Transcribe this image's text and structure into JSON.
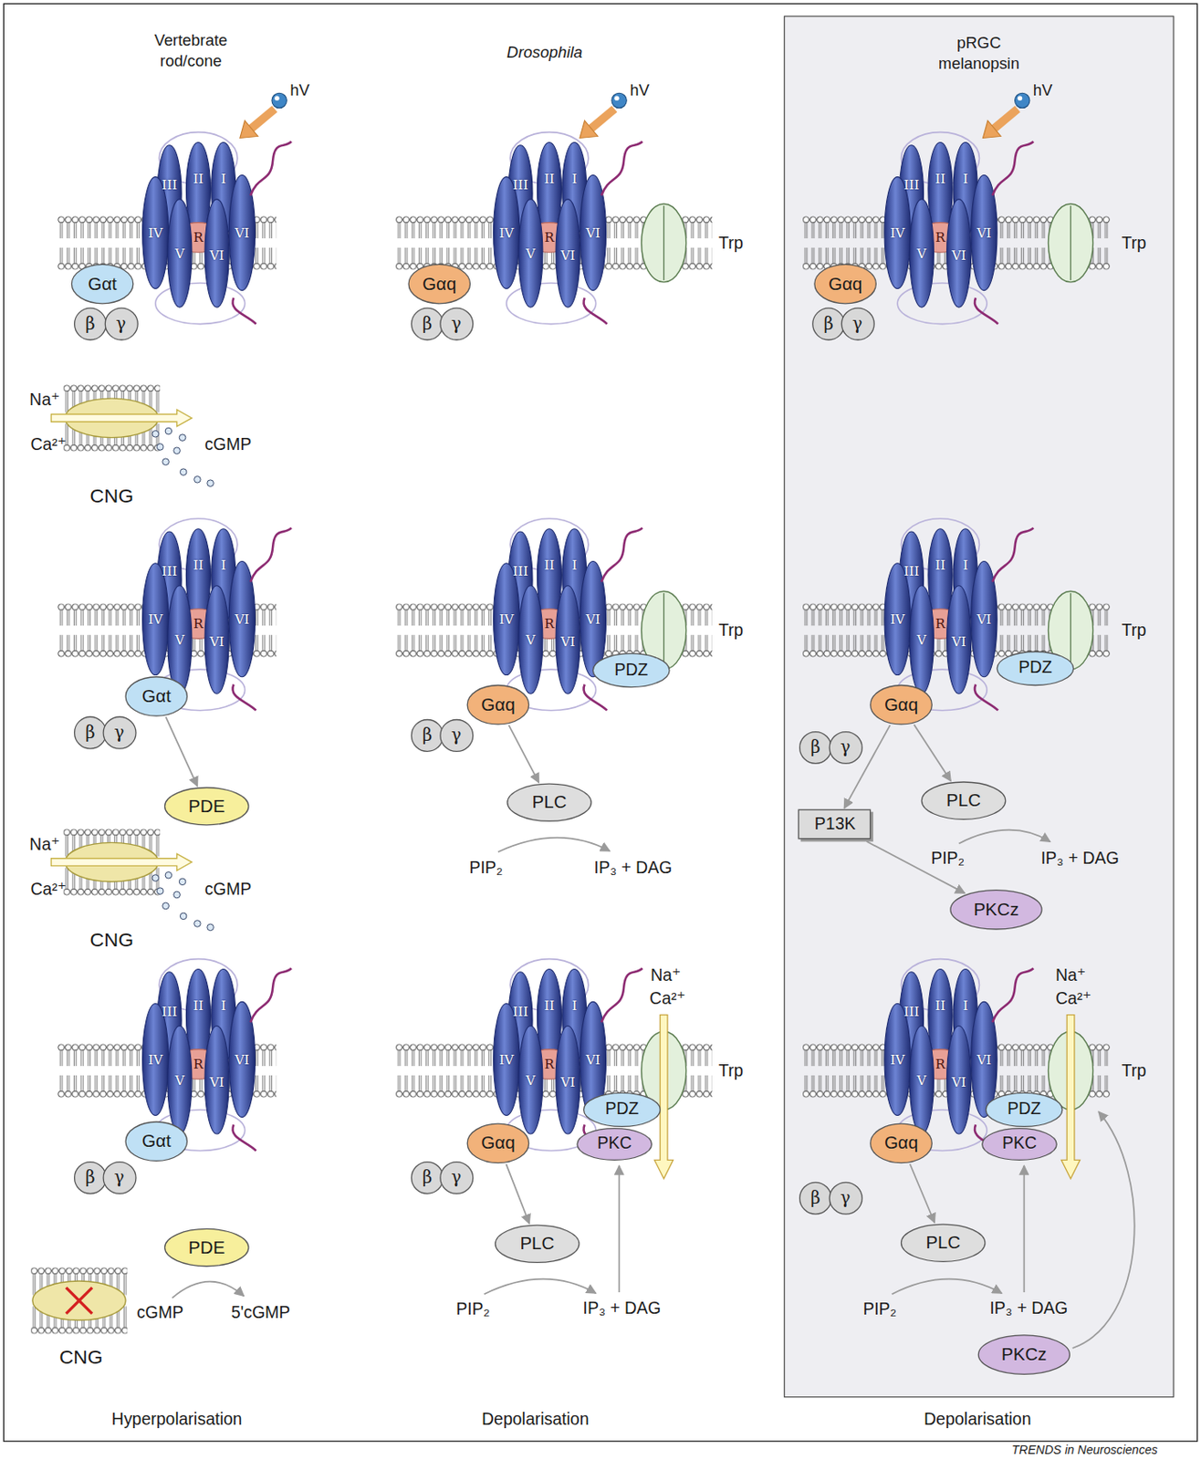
{
  "diagram": {
    "nodes": [
      {
        "text": [
          "Gαt"
        ]
      },
      {
        "text": [
          "β"
        ]
      },
      {
        "text": [
          "γ"
        ]
      },
      {
        "text": [
          "Gαt"
        ]
      },
      {
        "text": [
          "β"
        ]
      },
      {
        "text": [
          "γ"
        ]
      },
      {
        "text": [
          "PDE"
        ]
      },
      {
        "text": [
          "Gαt"
        ]
      },
      {
        "text": [
          "β"
        ]
      },
      {
        "text": [
          "γ"
        ]
      },
      {
        "text": [
          "PDE"
        ]
      },
      {
        "text": [
          "Gαq"
        ]
      },
      {
        "text": [
          "β"
        ]
      },
      {
        "text": [
          "γ"
        ]
      },
      {
        "text": [
          "PDZ"
        ]
      },
      {
        "text": [
          "Gαq"
        ]
      },
      {
        "text": [
          "β"
        ]
      },
      {
        "text": [
          "γ"
        ]
      },
      {
        "text": [
          "PLC"
        ]
      },
      {
        "text": [
          "PDZ"
        ]
      },
      {
        "text": [
          "PKC"
        ]
      },
      {
        "text": [
          "Gαq"
        ]
      },
      {
        "text": [
          "β"
        ]
      },
      {
        "text": [
          "γ"
        ]
      },
      {
        "text": [
          "PLC"
        ]
      },
      {
        "text": [
          "pRGC melanopsin"
        ]
      },
      {
        "text": [
          "Gαq"
        ],
        "in": 25
      },
      {
        "text": [
          "β"
        ],
        "in": 25
      },
      {
        "text": [
          "γ"
        ],
        "in": 25
      },
      {
        "text": [
          "PDZ"
        ],
        "in": 25
      },
      {
        "text": [
          "Gαq"
        ],
        "in": 25
      },
      {
        "text": [
          "β"
        ],
        "in": 25
      },
      {
        "text": [
          "γ"
        ],
        "in": 25
      },
      {
        "text": [
          "P13K"
        ],
        "in": 25
      },
      {
        "text": [
          "PLC"
        ],
        "in": 25
      },
      {
        "text": [
          "PKCz"
        ],
        "in": 25
      },
      {
        "text": [
          "PDZ"
        ],
        "in": 25
      },
      {
        "text": [
          "PKC"
        ],
        "in": 25
      },
      {
        "text": [
          "Gαq"
        ],
        "in": 25
      },
      {
        "text": [
          "β"
        ],
        "in": 25
      },
      {
        "text": [
          "γ"
        ],
        "in": 25
      },
      {
        "text": [
          "PLC"
        ],
        "in": 25
      },
      {
        "text": [
          "PKCz"
        ],
        "in": 25
      }
    ],
    "edges": [
      {
        "from": 3,
        "to": 6,
        "arrow": "to"
      },
      {
        "from": 15,
        "to": 18,
        "arrow": "to"
      },
      {
        "from": 21,
        "to": 24,
        "arrow": "to"
      },
      {
        "from": 30,
        "to": 33,
        "arrow": "to"
      },
      {
        "from": 30,
        "to": 34,
        "arrow": "to"
      },
      {
        "from": 33,
        "to": 35,
        "arrow": "to"
      },
      {
        "from": 38,
        "to": 41,
        "arrow": "to"
      }
    ],
    "labels": [
      "Vertebrate rod/cone",
      "Drosophila",
      "hV",
      "hV",
      "hV",
      "III",
      "II",
      "I",
      "IV",
      "R",
      "V",
      "VI",
      "VI",
      "III",
      "II",
      "I",
      "IV",
      "R",
      "V",
      "VI",
      "VI",
      "III",
      "II",
      "I",
      "IV",
      "R",
      "V",
      "VI",
      "VI",
      "III",
      "II",
      "I",
      "IV",
      "R",
      "V",
      "VI",
      "VI",
      "III",
      "II",
      "I",
      "IV",
      "R",
      "V",
      "VI",
      "VI",
      "III",
      "II",
      "I",
      "IV",
      "R",
      "V",
      "VI",
      "VI",
      "III",
      "II",
      "I",
      "IV",
      "R",
      "V",
      "VI",
      "VI",
      "III",
      "II",
      "I",
      "IV",
      "R",
      "V",
      "VI",
      "VI",
      "III",
      "II",
      "I",
      "IV",
      "R",
      "V",
      "VI",
      "VI",
      "Trp",
      "Trp",
      "Na⁺",
      "Ca²⁺",
      "cGMP",
      "CNG",
      "Trp",
      "Trp",
      "PIP₂",
      "IP₃ + DAG",
      "PIP₂",
      "IP₃ + DAG",
      "Na⁺",
      "Ca²⁺",
      "cGMP",
      "CNG",
      "Na⁺",
      "Ca²⁺",
      "Trp",
      "Na⁺",
      "Ca²⁺",
      "Trp",
      "cGMP",
      "5'cGMP",
      "CNG",
      "PIP₂",
      "IP₃ + DAG",
      "PIP₂",
      "IP₃ + DAG",
      "Hyperpolarisation",
      "Depolarisation",
      "Depolarisation",
      "TRENDS in Neurosciences"
    ]
  }
}
